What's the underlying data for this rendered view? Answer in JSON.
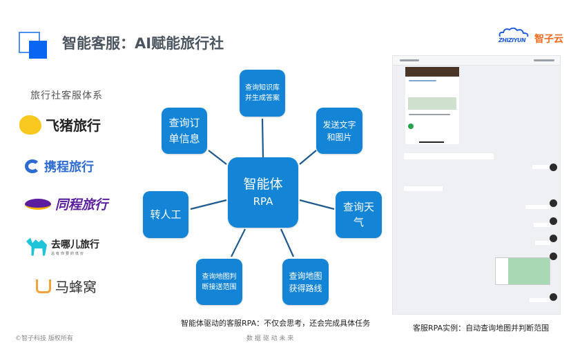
{
  "header": {
    "title": "智能客服：AI赋能旅行社",
    "logo_en": "ZHIZIYUN",
    "logo_cn": "智子云"
  },
  "left": {
    "subtitle": "旅行社客服体系",
    "brands": [
      "飞猪旅行",
      "携程旅行",
      "同程旅行",
      "去哪儿旅行",
      "马蜂窝"
    ],
    "qunar_tagline": "总有你要的低价"
  },
  "diagram": {
    "center": [
      "智能体",
      "RPA"
    ],
    "nodes": {
      "knowledge": [
        "查询知识库",
        "并生成答案"
      ],
      "order": [
        "查询订",
        "单信息"
      ],
      "send": [
        "发送文字",
        "和图片"
      ],
      "transfer": "转人工",
      "weather": [
        "查询天",
        "气"
      ],
      "map_range": [
        "查询地图判",
        "断接送范围"
      ],
      "map_route": [
        "查询地图",
        "获得路线"
      ]
    },
    "caption": "智能体驱动的客服RPA：不仅会思考，还会完成具体任务"
  },
  "example": {
    "caption": "客服RPA实例：自动查询地图并判断范围"
  },
  "footer": {
    "copyright": "©智子科技 版权所有",
    "slogan": "数 据 驱 动 未 来"
  },
  "colors": {
    "node": "#1384d6",
    "accent": "#0a66f0",
    "logo_orange": "#f06a1e"
  }
}
